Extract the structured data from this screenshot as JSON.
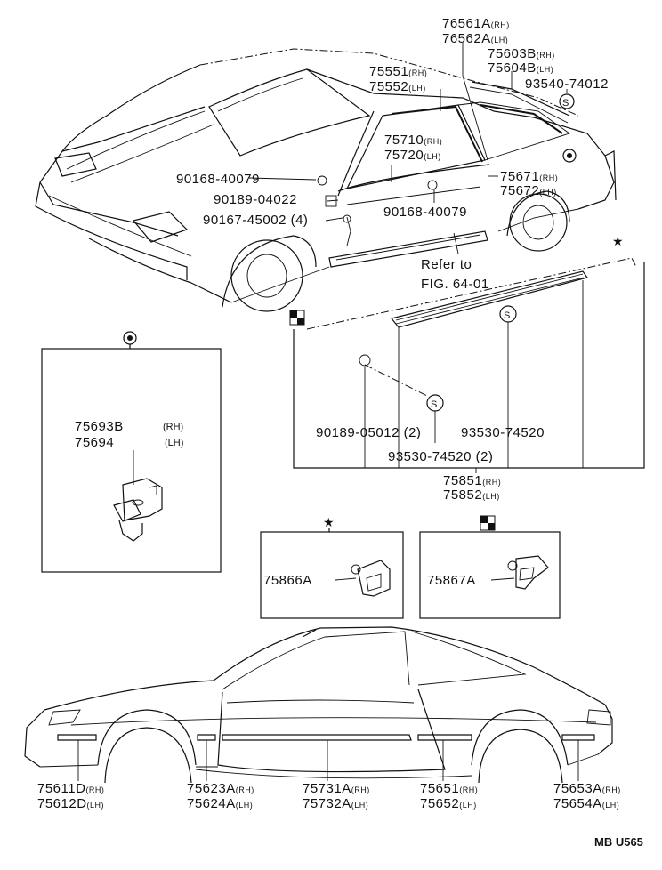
{
  "labels": {
    "p76561A": "76561A",
    "p76561A_sfx": "(RH)",
    "p76562A": "76562A",
    "p76562A_sfx": "(LH)",
    "p75603B": "75603B",
    "p75603B_sfx": "(RH)",
    "p75604B": "75604B",
    "p75604B_sfx": "(LH)",
    "p93540": "93540-74012",
    "p75551": "75551",
    "p75551_sfx": "(RH)",
    "p75552": "75552",
    "p75552_sfx": "(LH)",
    "p75710": "75710",
    "p75710_sfx": "(RH)",
    "p75720": "75720",
    "p75720_sfx": "(LH)",
    "p90168a": "90168-40079",
    "p90189a": "90189-04022",
    "p90167": "90167-45002 (4)",
    "p90168b": "90168-40079",
    "p75671": "75671",
    "p75671_sfx": "(RH)",
    "p75672": "75672",
    "p75672_sfx": "(LH)",
    "refer1": "Refer to",
    "refer2": "FIG. 64-01",
    "p75693B": "75693B",
    "p75693B_sfx": "(RH)",
    "p75694": "75694",
    "p75694_sfx": "(LH)",
    "p90189b": "90189-05012 (2)",
    "p93530a": "93530-74520",
    "p93530b": "93530-74520 (2)",
    "p75851": "75851",
    "p75851_sfx": "(RH)",
    "p75852": "75852",
    "p75852_sfx": "(LH)",
    "p75866A": "75866A",
    "p75867A": "75867A",
    "p75611D": "75611D",
    "p75611D_sfx": "(RH)",
    "p75612D": "75612D",
    "p75612D_sfx": "(LH)",
    "p75623A": "75623A",
    "p75623A_sfx": "(RH)",
    "p75624A": "75624A",
    "p75624A_sfx": "(LH)",
    "p75731A": "75731A",
    "p75731A_sfx": "(RH)",
    "p75732A": "75732A",
    "p75732A_sfx": "(LH)",
    "p75651": "75651",
    "p75651_sfx": "(RH)",
    "p75652": "75652",
    "p75652_sfx": "(LH)",
    "p75653A": "75653A",
    "p75653A_sfx": "(RH)",
    "p75654A": "75654A",
    "p75654A_sfx": "(LH)",
    "s_symbol": "S",
    "diagram_code": "MB U565"
  },
  "symbols": {
    "bullseye": "bullseye-marker-icon",
    "star": "star-marker-icon",
    "checker": "checker-marker-icon",
    "s_circle": "s-circle-marker-icon"
  },
  "colors": {
    "ink": "#111111",
    "paper": "#ffffff"
  }
}
